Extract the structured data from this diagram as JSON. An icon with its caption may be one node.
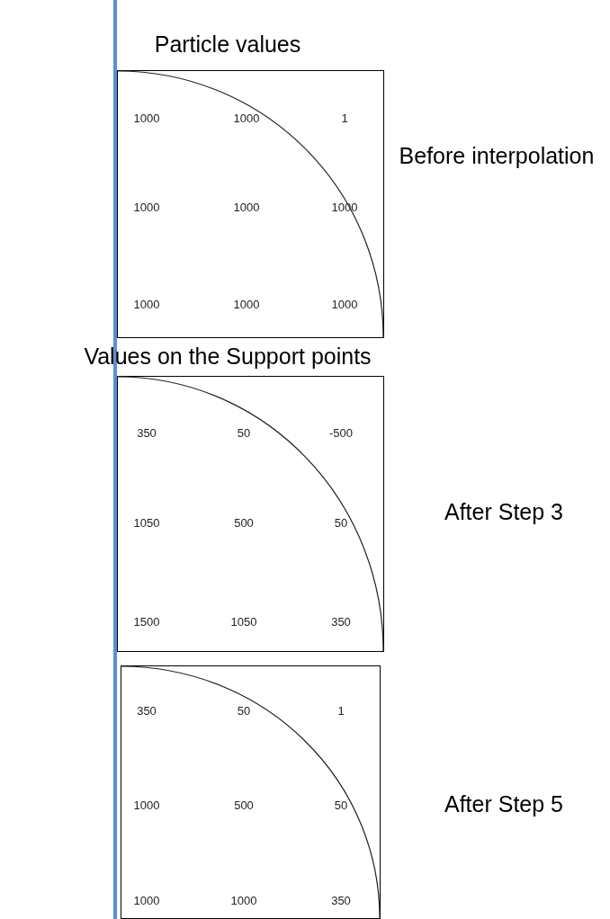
{
  "diagram": {
    "nodes": [
      {
        "text": [
          "1000",
          "1000",
          "1",
          "1000",
          "1000",
          "1000",
          "1000",
          "1000",
          "1000"
        ],
        "beside": [
          "Particle values",
          "Before interpolation"
        ]
      },
      {
        "text": [
          "350",
          "50",
          "-500",
          "1050",
          "500",
          "50",
          "1500",
          "1050",
          "350"
        ],
        "beside": [
          "Values on the Support points",
          "After Step 3"
        ]
      },
      {
        "text": [
          "350",
          "50",
          "1",
          "1000",
          "500",
          "50",
          "1000",
          "1000",
          "350"
        ],
        "beside": [
          "After Step 5"
        ]
      }
    ],
    "edges": []
  }
}
